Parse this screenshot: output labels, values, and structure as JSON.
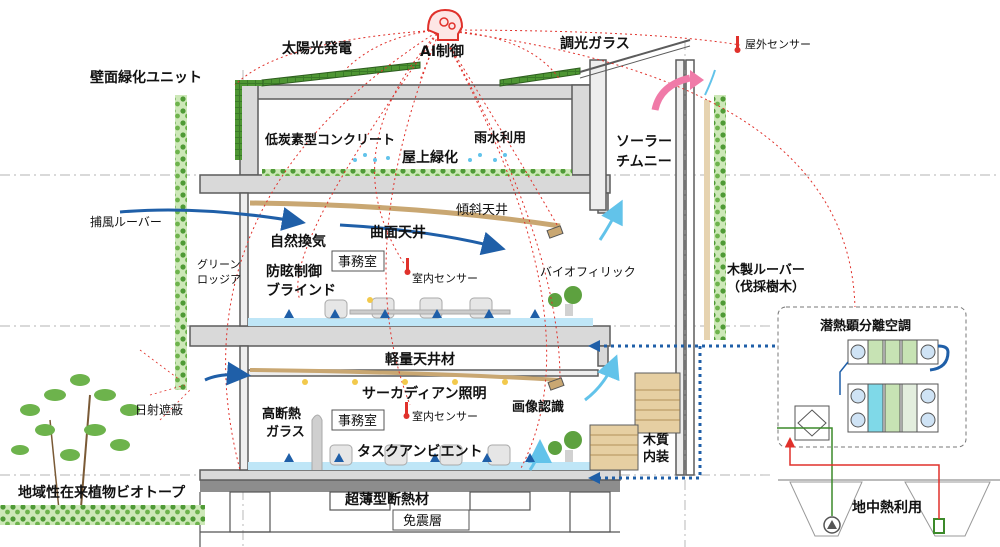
{
  "labels": {
    "solar": "太陽光発電",
    "ai": "AI制御",
    "dimming_glass": "調光ガラス",
    "outdoor_sensor": "屋外センサー",
    "green_wall": "壁面緑化ユニット",
    "low_carbon_concrete": "低炭素型コンクリート",
    "rainwater": "雨水利用",
    "roof_green": "屋上緑化",
    "solar_chimney_1": "ソーラー",
    "solar_chimney_2": "チムニー",
    "wind_louver": "捕風ルーバー",
    "sloped_ceiling": "傾斜天井",
    "natural_ventilation": "自然換気",
    "curved_ceiling": "曲面天井",
    "green_loggia_1": "グリーン",
    "green_loggia_2": "ロッジア",
    "office_upper": "事務室",
    "indoor_sensor_upper": "室内センサー",
    "biophilic": "バイオフィリック",
    "wood_louver_1": "木製ルーバー",
    "wood_louver_2": "（伐採樹木）",
    "glare_blind_1": "防眩制御",
    "glare_blind_2": "ブラインド",
    "latent_sensible": "潜熱顕分離空調",
    "light_ceiling": "軽量天井材",
    "sun_shading": "日射遮蔽",
    "circadian": "サーカディアン照明",
    "image_recognition": "画像認識",
    "high_insulation_1": "高断熱",
    "high_insulation_2": "ガラス",
    "office_lower": "事務室",
    "indoor_sensor_lower": "室内センサー",
    "wood_interior_1": "木質",
    "wood_interior_2": "内装",
    "task_ambient": "タスクアンビエント",
    "biotope": "地域性在来植物ビオトープ",
    "ultra_thin_insulation": "超薄型断熱材",
    "geothermal": "地中熱利用",
    "seismic_isolation": "免震層"
  },
  "colors": {
    "structure": "#5c5c5c",
    "slab_fill": "#d9d9d9",
    "greenery": "#3c8a2a",
    "ai_red": "#e0312b",
    "airflow_blue": "#1f5fa8",
    "light_blue": "#62c3ea",
    "pink": "#f07aa8",
    "sensor_red": "#e0312b",
    "wood": "#c9a772"
  }
}
